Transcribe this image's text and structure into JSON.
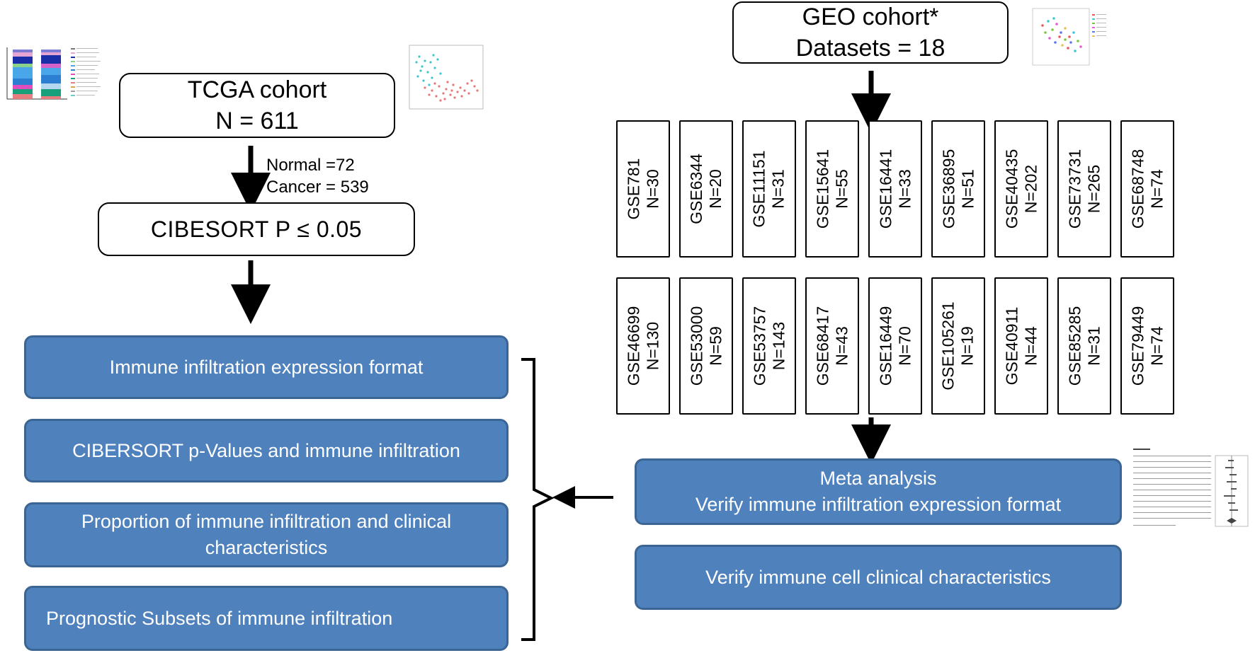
{
  "tcga": {
    "title": "TCGA cohort",
    "n": "N = 611",
    "normal": "Normal =72",
    "cancer": "Cancer = 539",
    "cibersort": "CIBESORT  P ≤ 0.05"
  },
  "geo": {
    "title": "GEO cohort*",
    "datasets": "Datasets = 18"
  },
  "datasets_row1": [
    {
      "id": "GSE781",
      "n": "N=30"
    },
    {
      "id": "GSE6344",
      "n": "N=20"
    },
    {
      "id": "GSE11151",
      "n": "N=31"
    },
    {
      "id": "GSE15641",
      "n": "N=55"
    },
    {
      "id": "GSE16441",
      "n": "N=33"
    },
    {
      "id": "GSE36895",
      "n": "N=51"
    },
    {
      "id": "GSE40435",
      "n": "N=202"
    },
    {
      "id": "GSE73731",
      "n": "N=265"
    },
    {
      "id": "GSE68748",
      "n": "N=74"
    }
  ],
  "datasets_row2": [
    {
      "id": "GSE46699",
      "n": "N=130"
    },
    {
      "id": "GSE53000",
      "n": "N=59"
    },
    {
      "id": "GSE53757",
      "n": "N=143"
    },
    {
      "id": "GSE68417",
      "n": "N=43"
    },
    {
      "id": "GSE16449",
      "n": "N=70"
    },
    {
      "id": "GSE105261",
      "n": "N=19"
    },
    {
      "id": "GSE40911",
      "n": "N=44"
    },
    {
      "id": "GSE85285",
      "n": "N=31"
    },
    {
      "id": "GSE79449",
      "n": "N=74"
    }
  ],
  "analyses": [
    "Immune infiltration expression format",
    "CIBERSORT p-Values and immune infiltration",
    "Proportion of immune infiltration and clinical characteristics",
    "Prognostic Subsets of immune infiltration"
  ],
  "validation": {
    "meta_title": "Meta analysis",
    "meta_sub": "Verify immune infiltration expression format",
    "clinical": "Verify immune cell clinical characteristics"
  },
  "colors": {
    "box_fill": "#4f81bd",
    "box_border": "#3b6593",
    "line": "#000000"
  }
}
